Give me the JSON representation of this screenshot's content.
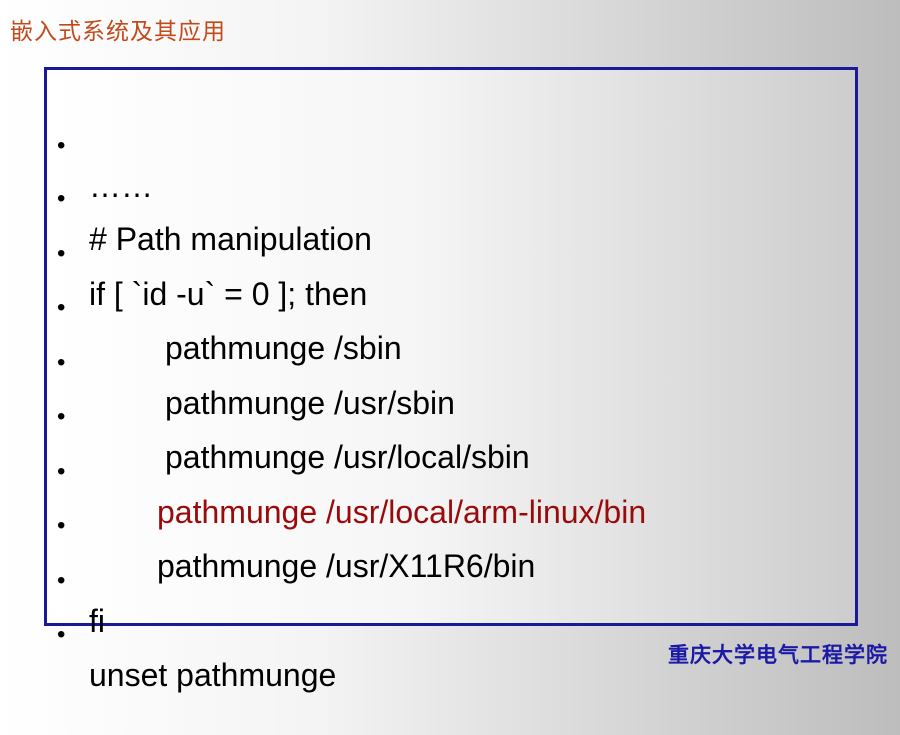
{
  "header": {
    "course_title": "嵌入式系统及其应用"
  },
  "slide": {
    "lines": [
      {
        "text": "……"
      },
      {
        "text": "# Path manipulation"
      },
      {
        "text": "if [ `id -u` = 0 ]; then"
      },
      {
        "text": "pathmunge /sbin"
      },
      {
        "text": "pathmunge /usr/sbin"
      },
      {
        "text": "pathmunge /usr/local/sbin"
      },
      {
        "text": "pathmunge /usr/local/arm-linux/bin",
        "highlight": true
      },
      {
        "text": "pathmunge /usr/X11R6/bin"
      },
      {
        "text": "fi"
      },
      {
        "text": "unset pathmunge"
      }
    ],
    "bullet_symbol": "•",
    "highlight_color": "#9a0a0a"
  },
  "footer": {
    "institution": "重庆大学电气工程学院"
  }
}
